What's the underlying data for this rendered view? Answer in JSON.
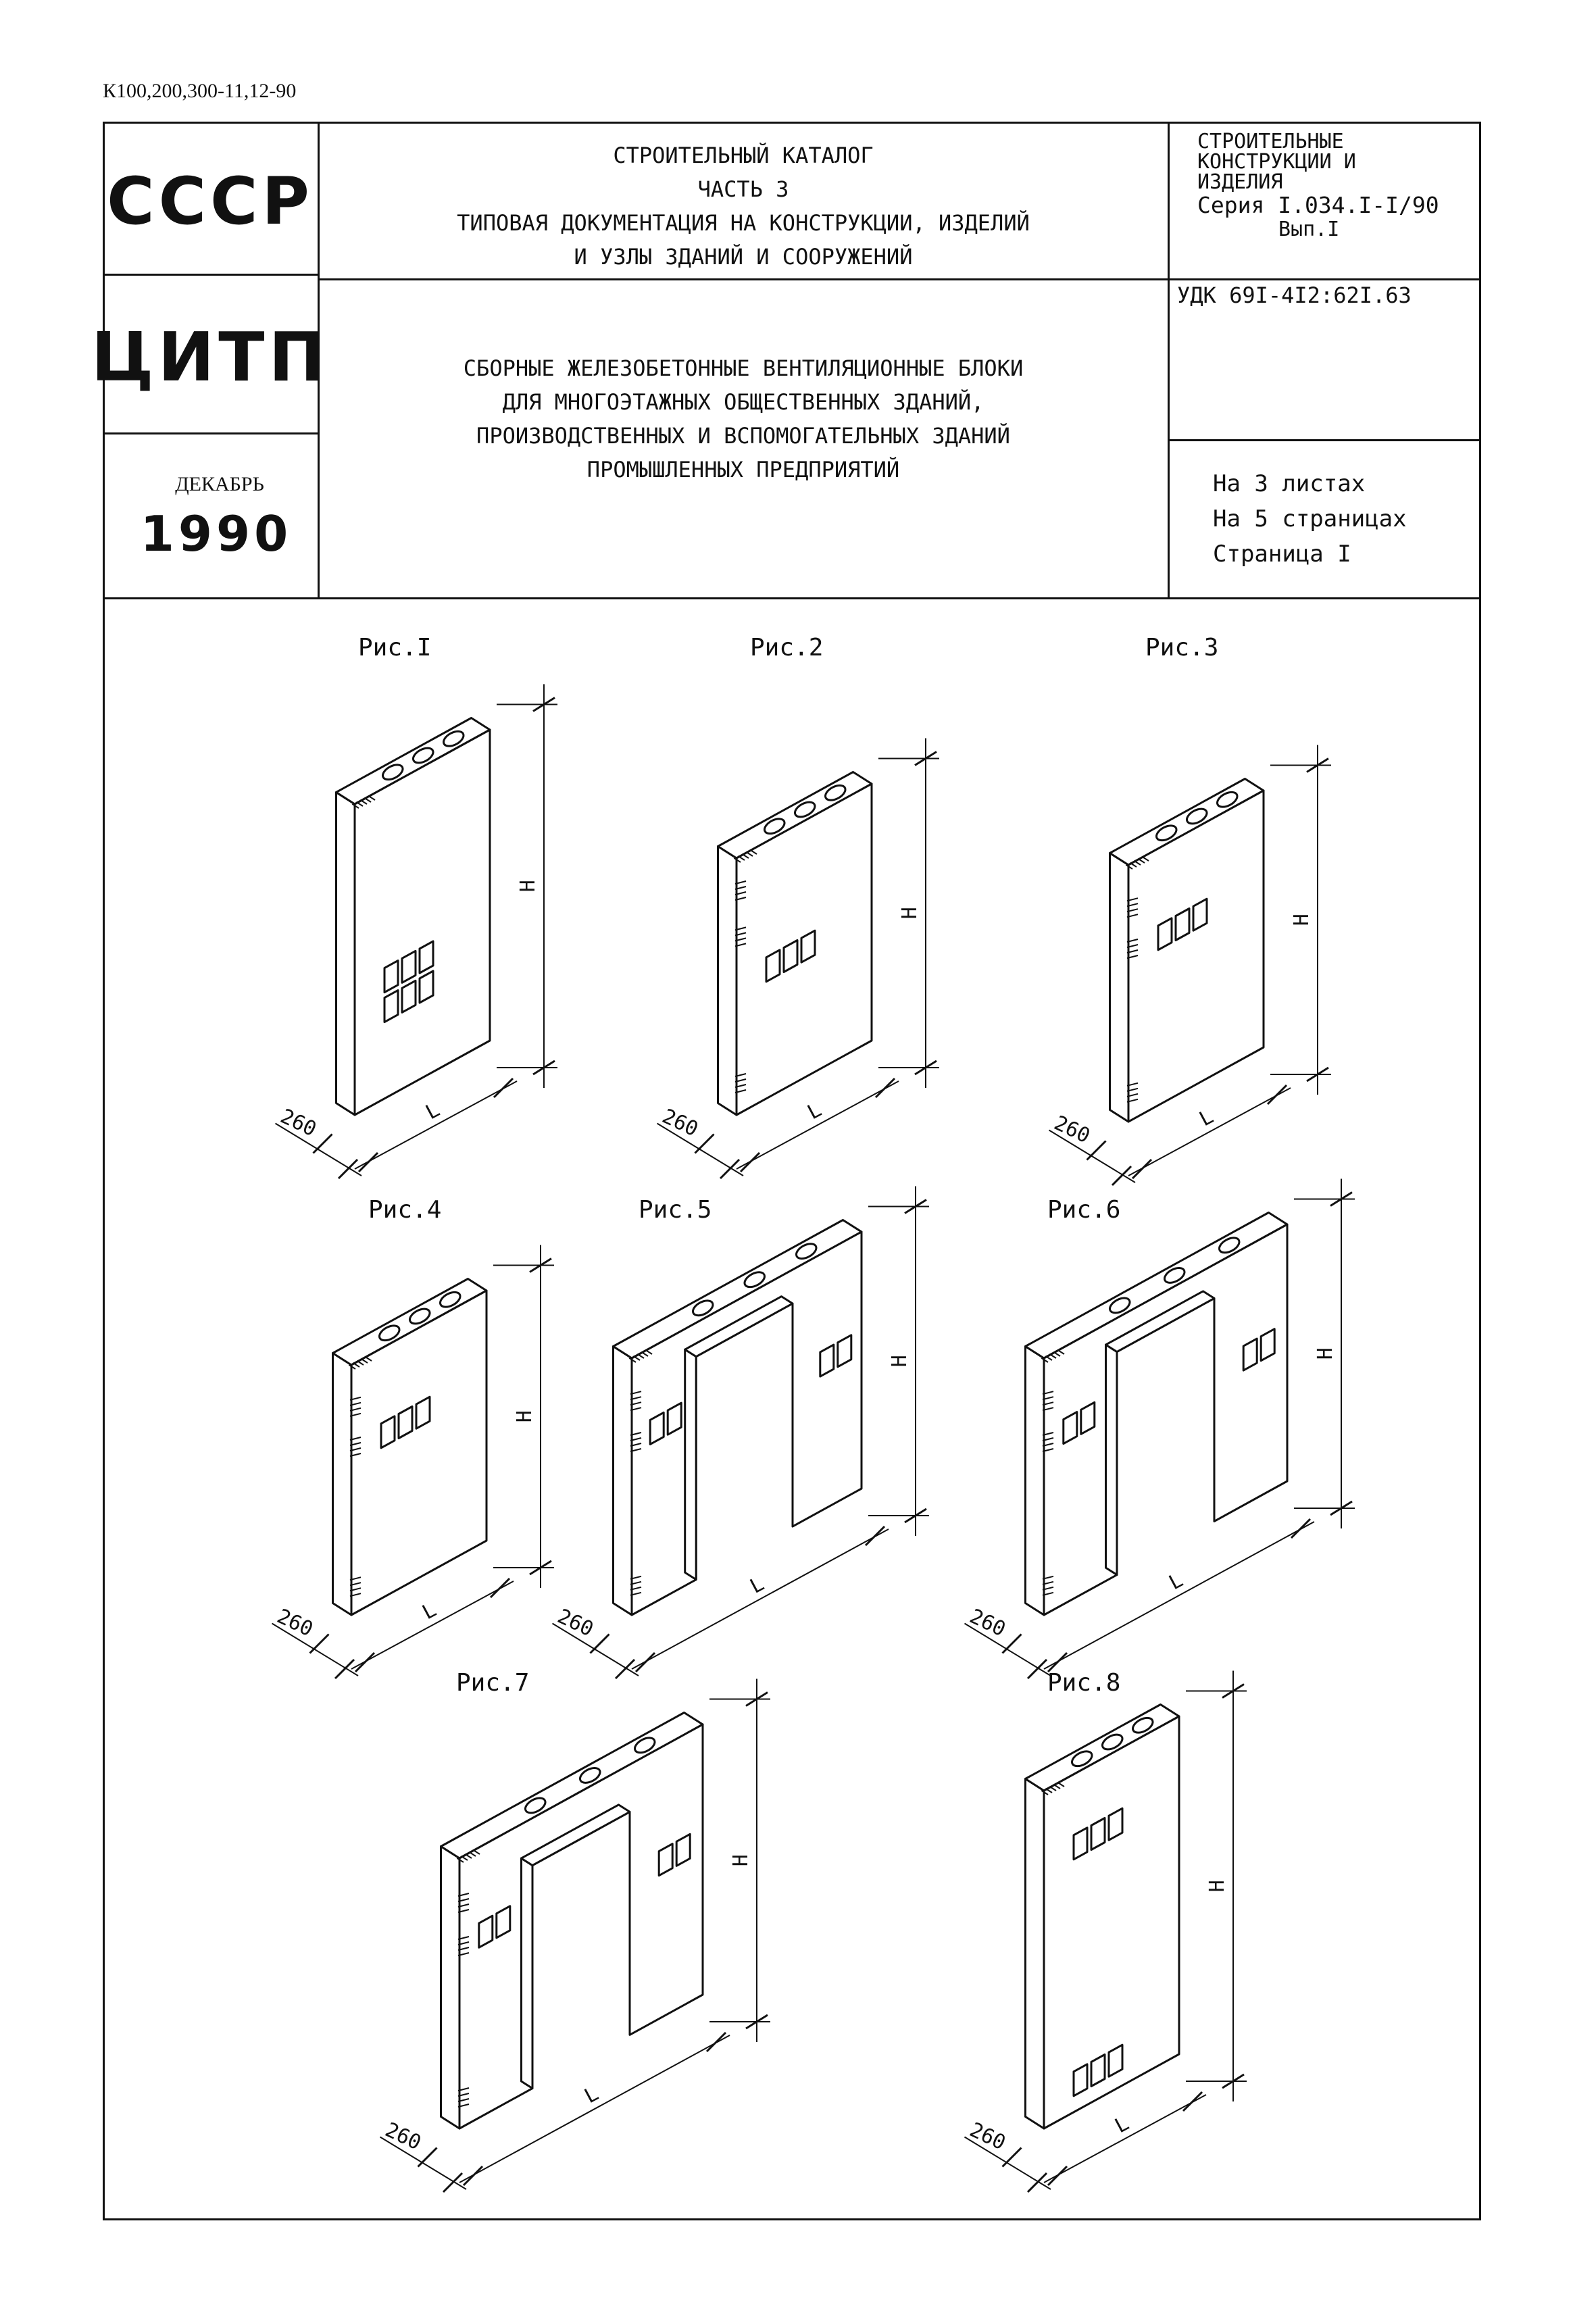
{
  "doc_code": "К100,200,300-11,12-90",
  "stamp": {
    "country": "СССР",
    "org": "ЦИТП",
    "month": "ДЕКАБРЬ",
    "year": "1990"
  },
  "catalog": {
    "line1": "СТРОИТЕЛЬНЫЙ КАТАЛОГ",
    "line2": "ЧАСТЬ 3",
    "line3": "ТИПОВАЯ ДОКУМЕНТАЦИЯ НА КОНСТРУКЦИИ, ИЗДЕЛИЙ",
    "line4": "И УЗЛЫ ЗДАНИЙ И СООРУЖЕНИЙ"
  },
  "section": {
    "line1": "СТРОИТЕЛЬНЫЕ",
    "line2": "КОНСТРУКЦИИ И",
    "line3": "ИЗДЕЛИЯ",
    "line4": "Серия I.034.I-I/90",
    "line5": "Вып.I"
  },
  "udk": "УДК 69I-4I2:62I.63",
  "title": {
    "line1": "СБОРНЫЕ ЖЕЛЕЗОБЕТОННЫЕ ВЕНТИЛЯЦИОННЫЕ БЛОКИ",
    "line2": "ДЛЯ МНОГОЭТАЖНЫХ ОБЩЕСТВЕННЫХ ЗДАНИЙ,",
    "line3": "ПРОИЗВОДСТВЕННЫХ И ВСПОМОГАТЕЛЬНЫХ ЗДАНИЙ",
    "line4": "ПРОМЫШЛЕННЫХ ПРЕДПРИЯТИЙ"
  },
  "sheets": {
    "sheets_count": "На 3 листах",
    "pages_count": "На 5 страницах",
    "page": "Страница I"
  },
  "figures": [
    {
      "label": "Рис.I",
      "width": "260",
      "height_dim": "H",
      "length_dim": "L"
    },
    {
      "label": "Рис.2",
      "width": "260",
      "height_dim": "H",
      "length_dim": "L"
    },
    {
      "label": "Рис.3",
      "width": "260",
      "height_dim": "H",
      "length_dim": "L"
    },
    {
      "label": "Рис.4",
      "width": "260",
      "height_dim": "H",
      "length_dim": "L"
    },
    {
      "label": "Рис.5",
      "width": "260",
      "height_dim": "H",
      "length_dim": "L"
    },
    {
      "label": "Рис.6",
      "width": "260",
      "height_dim": "H",
      "length_dim": "L"
    },
    {
      "label": "Рис.7",
      "width": "260",
      "height_dim": "H",
      "length_dim": "L"
    },
    {
      "label": "Рис.8",
      "width": "260",
      "height_dim": "H",
      "length_dim": "L"
    }
  ]
}
